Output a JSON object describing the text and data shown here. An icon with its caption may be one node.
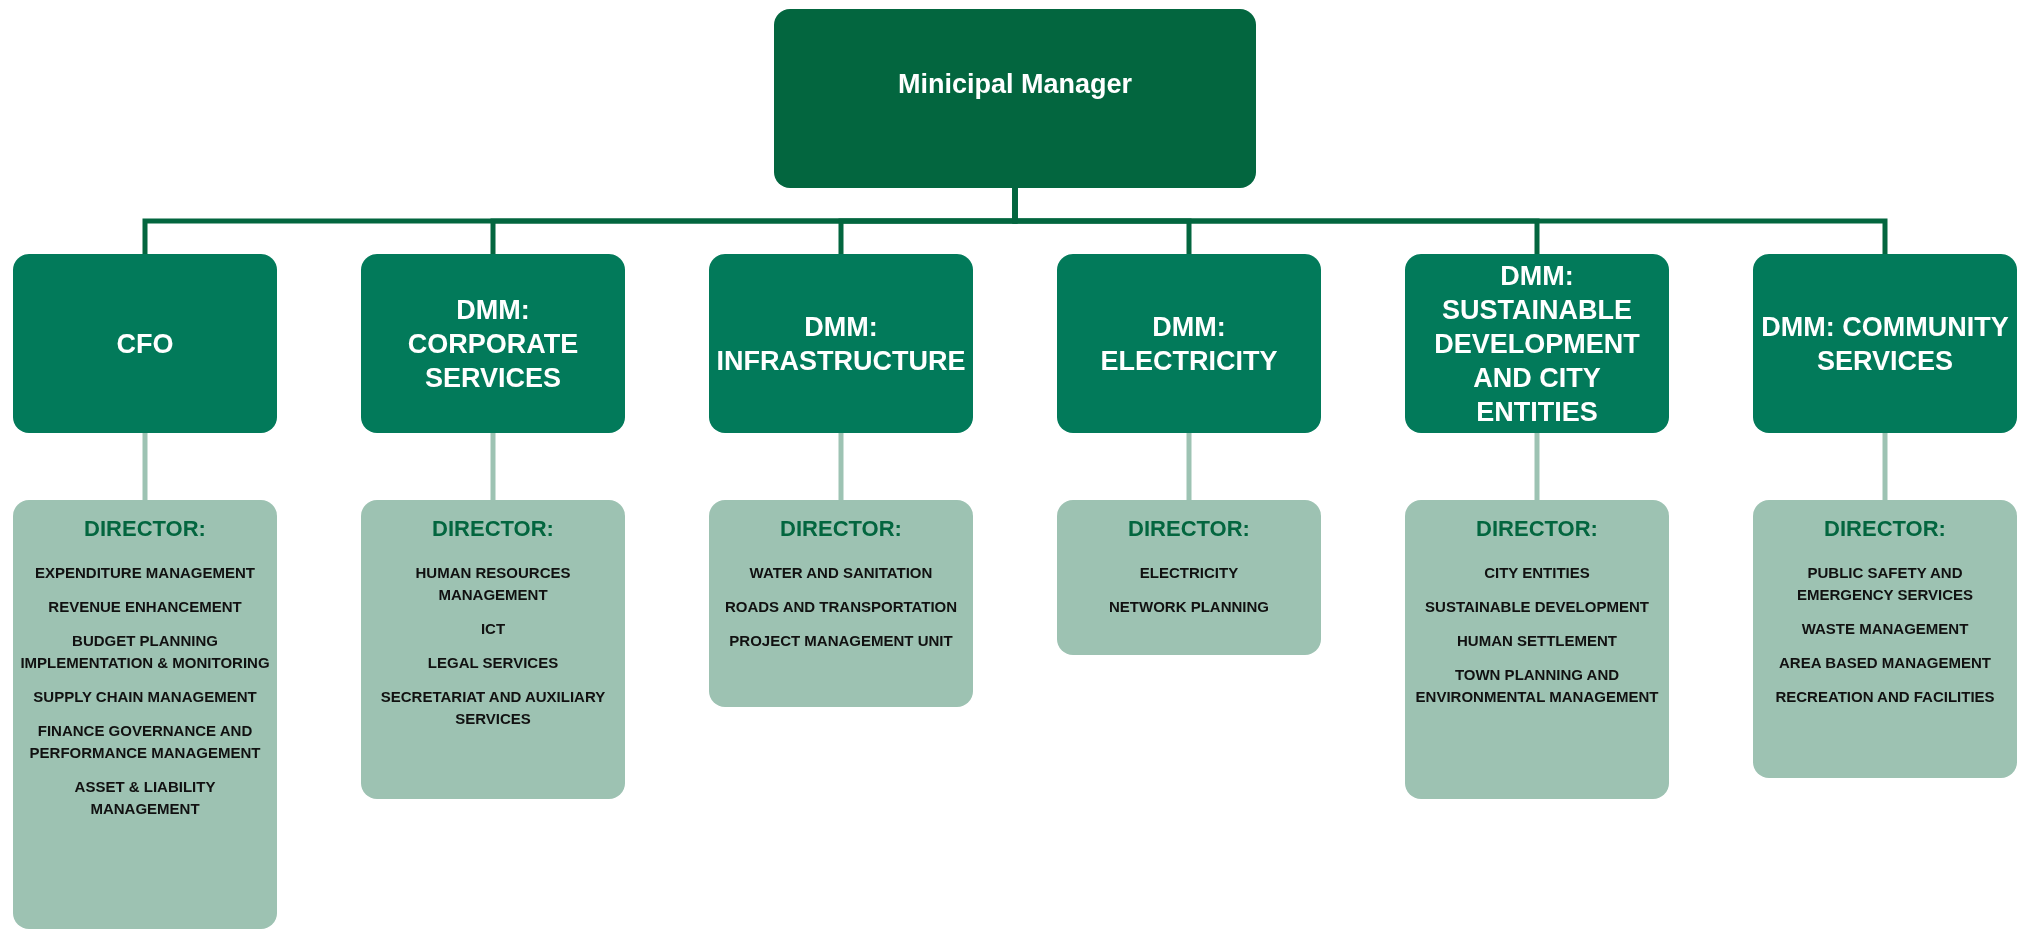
{
  "diagram": {
    "nodes": [
      {
        "text": [
          "Minicipal Manager"
        ]
      },
      {
        "text": [
          "CFO"
        ]
      },
      {
        "text": [
          "DMM: CORPORATE SERVICES"
        ]
      },
      {
        "text": [
          "DMM: INFRASTRUCTURE"
        ]
      },
      {
        "text": [
          "DMM: ELECTRICITY"
        ]
      },
      {
        "text": [
          "DMM: SUSTAINABLE DEVELOPMENT AND CITY ENTITIES"
        ]
      },
      {
        "text": [
          "DMM: COMMUNITY SERVICES"
        ]
      },
      {
        "text": [
          "DIRECTOR:",
          "EXPENDITURE MANAGEMENT",
          "REVENUE ENHANCEMENT",
          "BUDGET PLANNING IMPLEMENTATION & MONITORING",
          "SUPPLY CHAIN MANAGEMENT",
          "FINANCE GOVERNANCE AND PERFORMANCE MANAGEMENT",
          "ASSET & LIABILITY MANAGEMENT"
        ]
      },
      {
        "text": [
          "DIRECTOR:",
          "HUMAN RESOURCES MANAGEMENT",
          "ICT",
          "LEGAL SERVICES",
          "SECRETARIAT AND AUXILIARY SERVICES"
        ]
      },
      {
        "text": [
          "DIRECTOR:",
          "WATER AND SANITATION",
          "ROADS AND TRANSPORTATION",
          "PROJECT MANAGEMENT UNIT"
        ]
      },
      {
        "text": [
          "DIRECTOR:",
          "ELECTRICITY",
          "NETWORK PLANNING"
        ]
      },
      {
        "text": [
          "DIRECTOR:",
          "CITY ENTITIES",
          "SUSTAINABLE DEVELOPMENT",
          "HUMAN SETTLEMENT",
          "TOWN PLANNING AND ENVIRONMENTAL MANAGEMENT"
        ]
      },
      {
        "text": [
          "DIRECTOR:",
          "PUBLIC SAFETY AND EMERGENCY SERVICES",
          "WASTE MANAGEMENT",
          "AREA BASED MANAGEMENT",
          "RECREATION AND FACILITIES"
        ]
      }
    ],
    "edges": [
      {
        "from": 0,
        "to": 1,
        "arrow": "none"
      },
      {
        "from": 0,
        "to": 2,
        "arrow": "none"
      },
      {
        "from": 0,
        "to": 3,
        "arrow": "none"
      },
      {
        "from": 0,
        "to": 4,
        "arrow": "none"
      },
      {
        "from": 0,
        "to": 5,
        "arrow": "none"
      },
      {
        "from": 0,
        "to": 6,
        "arrow": "none"
      },
      {
        "from": 1,
        "to": 7,
        "arrow": "none",
        "color": "#9dc3b3"
      },
      {
        "from": 2,
        "to": 8,
        "arrow": "none",
        "color": "#9dc3b3"
      },
      {
        "from": 3,
        "to": 9,
        "arrow": "none",
        "color": "#9dc3b3"
      },
      {
        "from": 4,
        "to": 10,
        "arrow": "none",
        "color": "#9dc3b3"
      },
      {
        "from": 5,
        "to": 11,
        "arrow": "none",
        "color": "#9dc3b3"
      },
      {
        "from": 6,
        "to": 12,
        "arrow": "none",
        "color": "#9dc3b3"
      }
    ]
  }
}
